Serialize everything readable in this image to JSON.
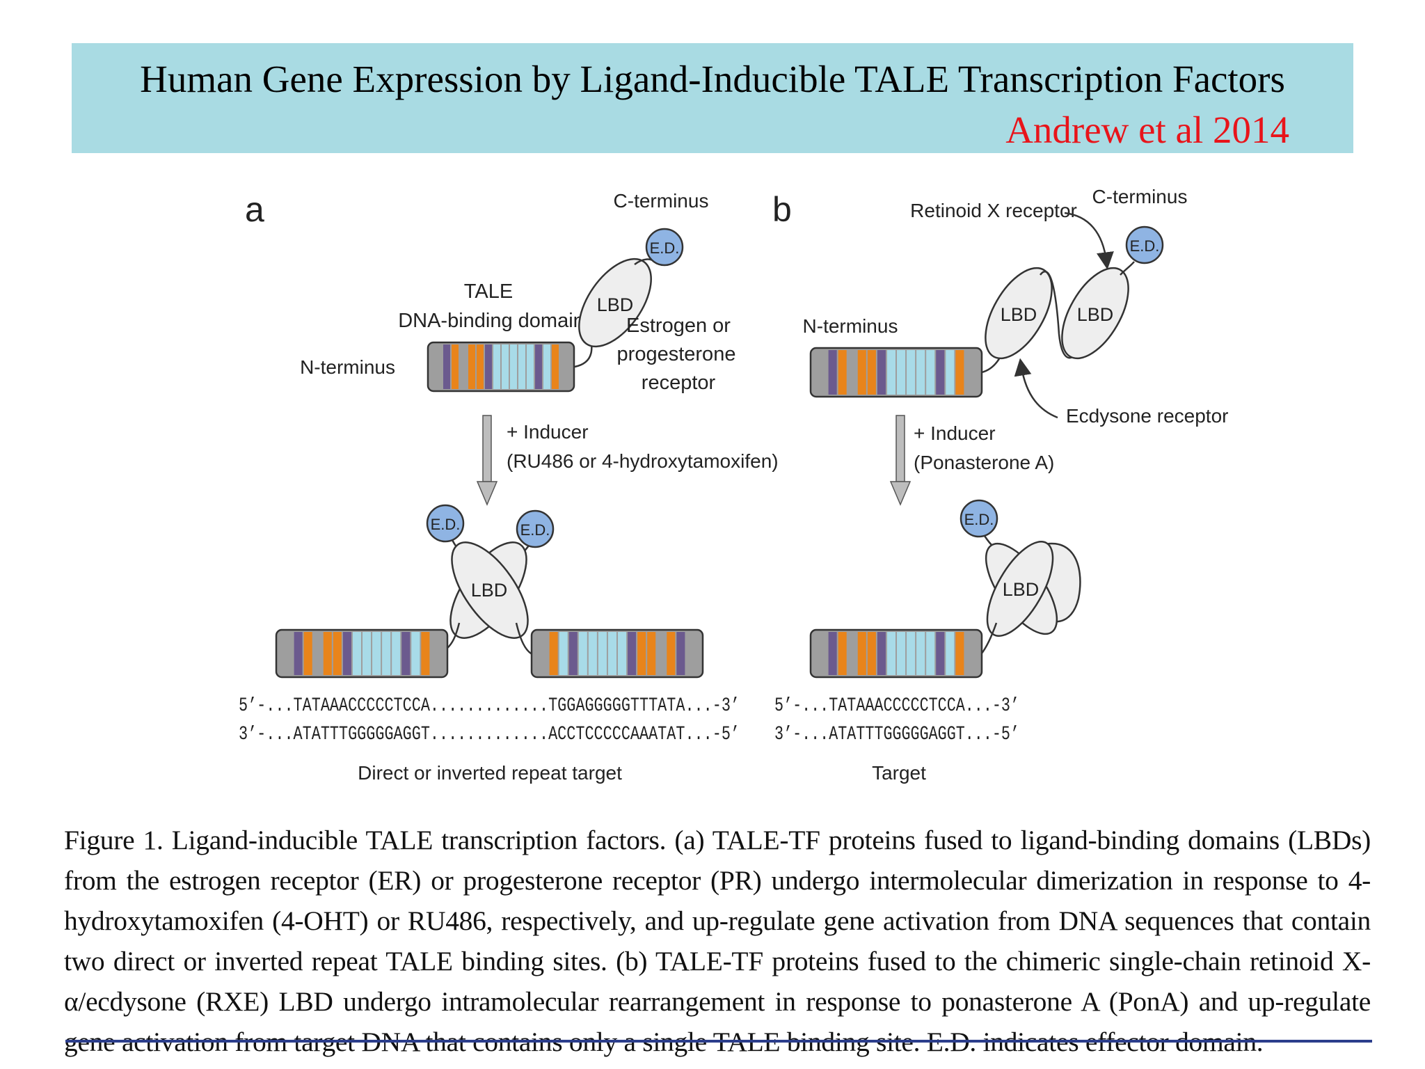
{
  "header": {
    "title": "Human Gene Expression by Ligand-Inducible TALE Transcription Factors",
    "citation": "Andrew et al 2014"
  },
  "figure": {
    "colors": {
      "banner": "#a9dbe3",
      "citation": "#e8141a",
      "effector_domain": "#8fb4e3",
      "repeat_orange": "#e8841b",
      "repeat_purple": "#6b5a8e",
      "repeat_cyan": "#a8dbe8",
      "backbone_gray": "#9e9e9e",
      "rule": "#2c3e8c"
    },
    "panel_a": {
      "letter": "a",
      "c_terminus": "C-terminus",
      "ed": "E.D.",
      "tale_line1": "TALE",
      "tale_line2": "DNA-binding domain",
      "lbd": "LBD",
      "receptor_line1": "Estrogen or",
      "receptor_line2": "progesterone",
      "receptor_line3": "receptor",
      "n_terminus": "N-terminus",
      "inducer_line1": "+ Inducer",
      "inducer_line2": "(RU486 or 4-hydroxytamoxifen)",
      "seq_top": "5’-...TATAAACCCCCTCCA.............TGGAGGGGGTTTATA...-3’",
      "seq_bottom": "3’-...ATATTTGGGGGAGGT.............ACCTCCCCCAAATAT...-5’",
      "target_label": "Direct or inverted repeat target"
    },
    "panel_b": {
      "letter": "b",
      "rxr_label": "Retinoid X receptor",
      "c_terminus": "C-terminus",
      "ed": "E.D.",
      "lbd": "LBD",
      "n_terminus": "N-terminus",
      "ecdysone_label": "Ecdysone receptor",
      "inducer_line1": "+ Inducer",
      "inducer_line2": "(Ponasterone A)",
      "seq_top": "5’-...TATAAACCCCCTCCA...-3’",
      "seq_bottom": "3’-...ATATTTGGGGGAGGT...-5’",
      "target_label": "Target"
    }
  },
  "caption": "Figure 1. Ligand-inducible TALE transcription factors. (a) TALE-TF proteins fused to ligand-binding domains (LBDs) from the estrogen receptor (ER) or progesterone receptor (PR) undergo intermolecular dimerization in response to 4-hydroxytamoxifen (4-OHT) or RU486, respectively, and up-regulate gene activation from DNA sequences that contain two direct or inverted repeat TALE binding sites. (b) TALE-TF proteins fused to the chimeric single-chain retinoid X-α/ecdysone (RXE) LBD undergo intramolecular rearrangement in response to ponasterone A (PonA) and up-regulate gene activation from target DNA that contains only a single TALE binding site. E.D. indicates effector domain."
}
